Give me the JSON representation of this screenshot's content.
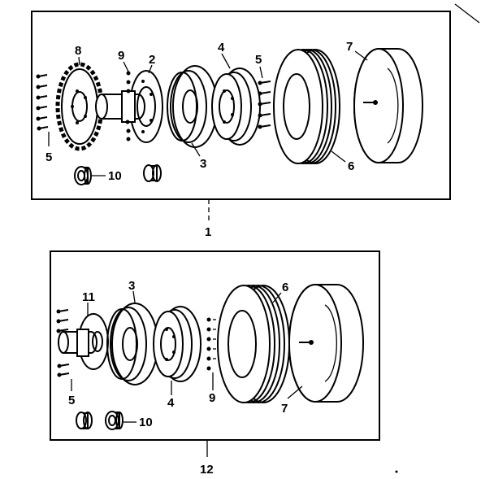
{
  "diagram": {
    "top_assembly": {
      "assembly_label": "1",
      "callouts": {
        "sprocket": "8",
        "bolts_row": "9",
        "hub": "2",
        "bolts_left": "5",
        "pulley_front": "3",
        "pulley_rear": "4",
        "bolts_mid": "5",
        "drum": "6",
        "cover": "7",
        "bushing": "10"
      }
    },
    "bottom_assembly": {
      "assembly_label": "12",
      "callouts": {
        "hub": "11",
        "pulley_front": "3",
        "bolts_left": "5",
        "pulley_rear": "4",
        "bolts_mid": "9",
        "drum": "6",
        "cover": "7",
        "bushing": "10"
      }
    }
  }
}
